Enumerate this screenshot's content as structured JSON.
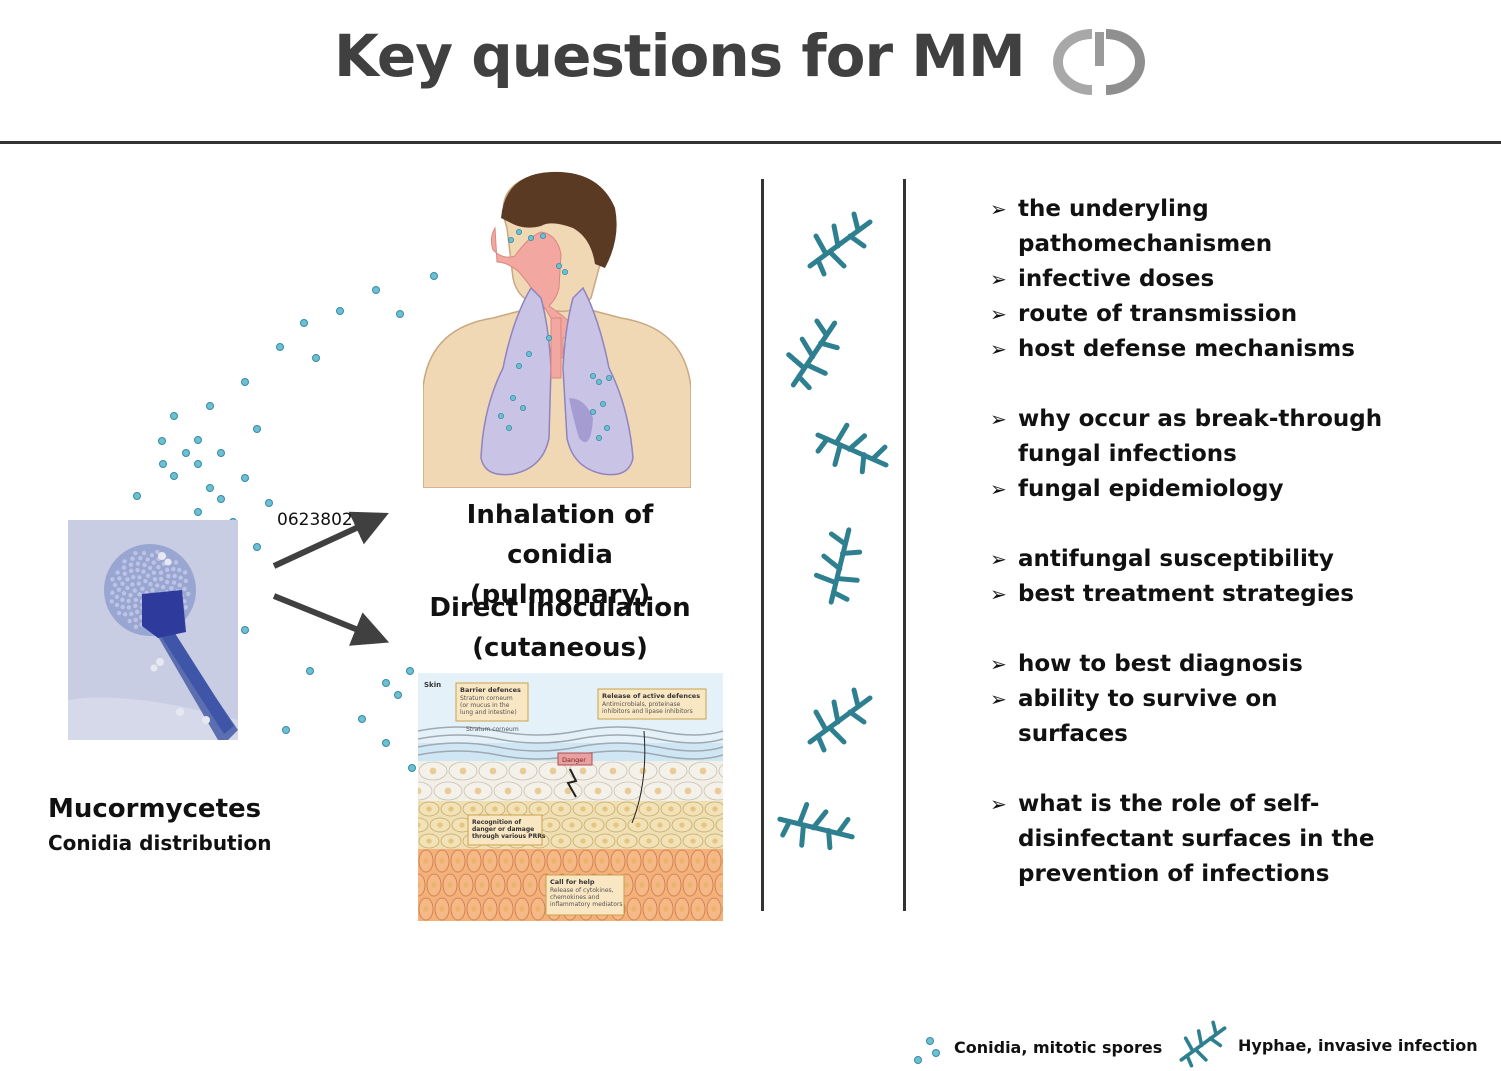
{
  "title": "Key questions for MM",
  "captions": {
    "inhalation_line1": "Inhalation of conidia",
    "inhalation_line2": "(pulmonary)",
    "inoculation_line1": "Direct inoculation",
    "inoculation_line2": "(cutaneous)"
  },
  "arrow_label": "0623802",
  "organism": {
    "name": "Mucormycetes",
    "subtitle": "Conidia distribution"
  },
  "skin_figure": {
    "skin_label": "Skin",
    "barrier_title": "Barrier defences",
    "barrier_text": [
      "Stratum corneum",
      "(or mucus in the",
      "lung and intestine)"
    ],
    "stratum_label": "Stratum corneum",
    "release_title": "Release of active defences",
    "release_text": [
      "Antimicrobials, proteinase",
      "inhibitors and lipase inhibitors"
    ],
    "danger_label": "Danger",
    "recognition_title": [
      "Recognition of",
      "danger or damage",
      "through various PRRs"
    ],
    "callhelp_title": "Call for help",
    "callhelp_text": [
      "Release of cytokines,",
      "chemokines and",
      "inflammatory mediators"
    ]
  },
  "questions": [
    {
      "group": 1,
      "lines": [
        "the underyling",
        "pathomechanismen"
      ]
    },
    {
      "group": 1,
      "lines": [
        "infective doses"
      ]
    },
    {
      "group": 1,
      "lines": [
        "route of transmission"
      ]
    },
    {
      "group": 1,
      "lines": [
        "host defense mechanisms"
      ]
    },
    {
      "group": 2,
      "lines": [
        "why occur as break-through",
        "fungal infections"
      ]
    },
    {
      "group": 2,
      "lines": [
        "fungal epidemiology"
      ]
    },
    {
      "group": 3,
      "lines": [
        "antifungal susceptibility"
      ]
    },
    {
      "group": 3,
      "lines": [
        "best treatment strategies"
      ]
    },
    {
      "group": 4,
      "lines": [
        "how to best diagnosis"
      ]
    },
    {
      "group": 4,
      "lines": [
        "ability to survive on",
        "surfaces"
      ]
    },
    {
      "group": 5,
      "lines": [
        "what is the role of self-",
        "disinfectant surfaces in the",
        "prevention of infections"
      ]
    }
  ],
  "legend": {
    "spores_label": "Conidia, mitotic spores",
    "hyphae_label": "Hyphae, invasive infection"
  },
  "colors": {
    "spore": "#6cc0d4",
    "hypha": "#2e8090",
    "title": "#404040",
    "rule": "#333333"
  }
}
